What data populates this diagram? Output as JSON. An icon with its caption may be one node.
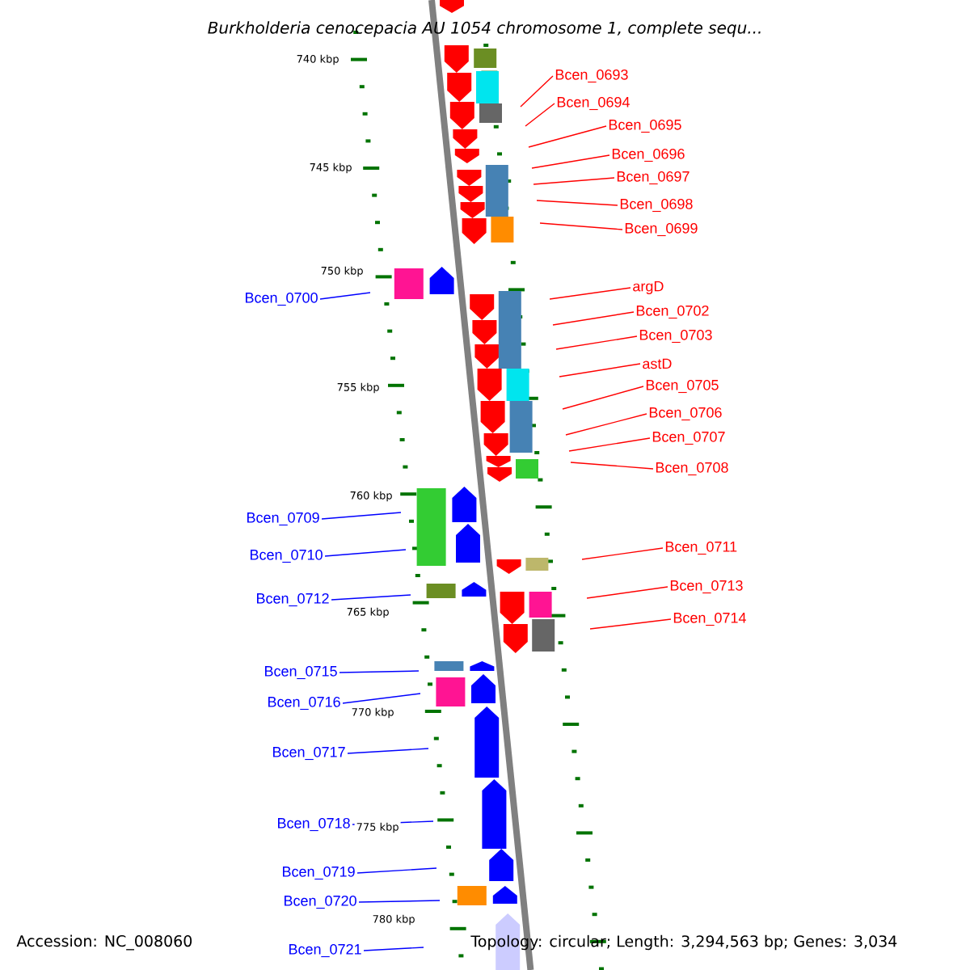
{
  "diagram": {
    "title": "Burkholderia cenocepacia AU 1054 chromosome 1, complete sequ...",
    "nodes": [
      {
        "text": [
          "Bcen_0693"
        ]
      },
      {
        "text": [
          "Bcen_0694"
        ]
      },
      {
        "text": [
          "Bcen_0695"
        ]
      },
      {
        "text": [
          "Bcen_0696"
        ]
      },
      {
        "text": [
          "Bcen_0697"
        ]
      },
      {
        "text": [
          "Bcen_0698"
        ]
      },
      {
        "text": [
          "Bcen_0699"
        ]
      },
      {
        "text": [
          "Bcen_0700"
        ]
      },
      {
        "text": [
          "argD"
        ]
      },
      {
        "text": [
          "Bcen_0702"
        ]
      },
      {
        "text": [
          "Bcen_0703"
        ]
      },
      {
        "text": [
          "astD"
        ]
      },
      {
        "text": [
          "Bcen_0705"
        ]
      },
      {
        "text": [
          "Bcen_0706"
        ]
      },
      {
        "text": [
          "Bcen_0707"
        ]
      },
      {
        "text": [
          "Bcen_0708"
        ]
      },
      {
        "text": [
          "Bcen_0709"
        ]
      },
      {
        "text": [
          "Bcen_0710"
        ]
      },
      {
        "text": [
          "Bcen_0711"
        ]
      },
      {
        "text": [
          "Bcen_0712"
        ]
      },
      {
        "text": [
          "Bcen_0713"
        ]
      },
      {
        "text": [
          "Bcen_0714"
        ]
      },
      {
        "text": [
          "Bcen_0715"
        ]
      },
      {
        "text": [
          "Bcen_0716"
        ]
      },
      {
        "text": [
          "Bcen_0717"
        ]
      },
      {
        "text": [
          "Bcen_0718"
        ]
      },
      {
        "text": [
          "Bcen_0719"
        ]
      },
      {
        "text": [
          "Bcen_0720"
        ]
      },
      {
        "text": [
          "Bcen_0721"
        ]
      }
    ],
    "edges": [
      {
        "from": 0,
        "to": null,
        "arrow": "none"
      },
      {
        "from": 1,
        "to": null,
        "arrow": "none"
      },
      {
        "from": 2,
        "to": null,
        "arrow": "none"
      },
      {
        "from": 3,
        "to": null,
        "arrow": "none"
      },
      {
        "from": 4,
        "to": null,
        "arrow": "none"
      },
      {
        "from": 5,
        "to": null,
        "arrow": "none"
      },
      {
        "from": 6,
        "to": null,
        "arrow": "none"
      },
      {
        "from": 7,
        "to": null,
        "arrow": "none",
        "color": "#0000ff"
      },
      {
        "from": 8,
        "to": null,
        "arrow": "none"
      },
      {
        "from": 9,
        "to": null,
        "arrow": "none"
      },
      {
        "from": 10,
        "to": null,
        "arrow": "none"
      },
      {
        "from": 11,
        "to": null,
        "arrow": "none"
      },
      {
        "from": 12,
        "to": null,
        "arrow": "none"
      },
      {
        "from": 13,
        "to": null,
        "arrow": "none"
      },
      {
        "from": 14,
        "to": null,
        "arrow": "none"
      },
      {
        "from": 15,
        "to": null,
        "arrow": "none"
      },
      {
        "from": 16,
        "to": null,
        "arrow": "none",
        "color": "#0000ff"
      },
      {
        "from": 17,
        "to": null,
        "arrow": "none",
        "color": "#0000ff"
      },
      {
        "from": 18,
        "to": null,
        "arrow": "none"
      },
      {
        "from": 19,
        "to": null,
        "arrow": "none",
        "color": "#0000ff"
      },
      {
        "from": 20,
        "to": null,
        "arrow": "none"
      },
      {
        "from": 21,
        "to": null,
        "arrow": "none"
      },
      {
        "from": 22,
        "to": null,
        "arrow": "none",
        "color": "#0000ff"
      },
      {
        "from": 23,
        "to": null,
        "arrow": "none",
        "color": "#0000ff"
      },
      {
        "from": 24,
        "to": null,
        "arrow": "none",
        "color": "#0000ff"
      },
      {
        "from": 25,
        "to": null,
        "arrow": "none",
        "color": "#0000ff"
      },
      {
        "from": 26,
        "to": null,
        "arrow": "none",
        "color": "#0000ff"
      },
      {
        "from": 27,
        "to": null,
        "arrow": "none",
        "color": "#0000ff"
      },
      {
        "from": 28,
        "to": null,
        "arrow": "none",
        "color": "#0000ff"
      }
    ],
    "labels": [
      "740 kbp",
      "745 kbp",
      "750 kbp",
      "755 kbp",
      "760 kbp",
      "765 kbp",
      "770 kbp",
      "775 kbp",
      "780 kbp",
      "Accession: NC_008060",
      "Topology: circular; Length: 3,294,563 bp; Genes: 3,034"
    ]
  }
}
